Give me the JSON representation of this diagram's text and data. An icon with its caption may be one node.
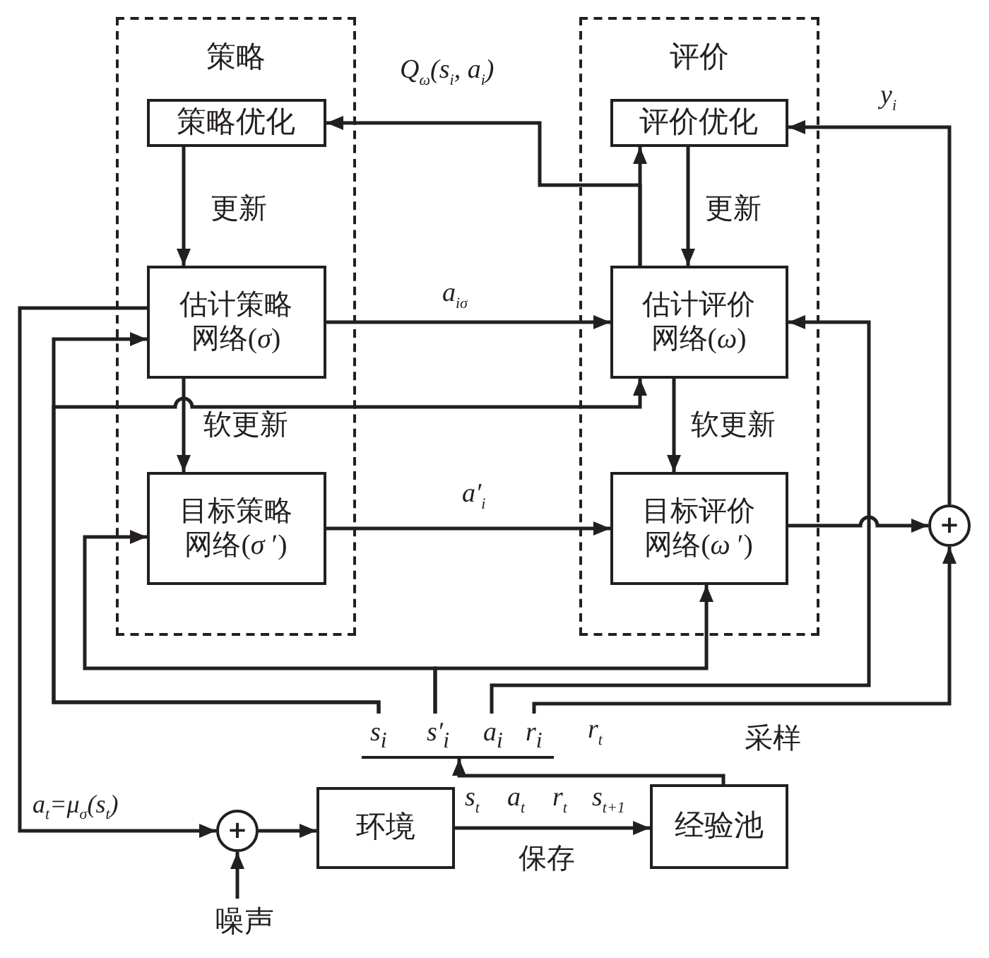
{
  "diagram": {
    "nodes": [
      {
        "text": [
          "策略"
        ]
      },
      {
        "text": [
          "策略优化"
        ],
        "in": 0
      },
      {
        "text": [
          "估计策略网络(*σ*)"
        ],
        "in": 0
      },
      {
        "text": [
          "目标策略网络(*σ* ′)"
        ],
        "in": 0
      },
      {
        "text": [
          "评价"
        ]
      },
      {
        "text": [
          "评价优化"
        ],
        "in": 4
      },
      {
        "text": [
          "估计评价网络(*ω*)"
        ],
        "in": 4
      },
      {
        "text": [
          "目标评价网络(*ω* ′)"
        ],
        "in": 4
      },
      {
        "text": [
          "+"
        ]
      },
      {
        "text": [
          "+"
        ]
      },
      {
        "text": [
          "环境"
        ]
      },
      {
        "text": [
          "经验池"
        ]
      },
      {
        "text": [
          "噪声"
        ]
      },
      {
        "text": [
          "*s*$_{i}$",
          "*s*′$_{i}$",
          "*a*$_{i}$",
          "*r*$_{i}$"
        ]
      }
    ],
    "edges": [
      {
        "from": 1,
        "to": 2,
        "arrow": "to",
        "label": "更新"
      },
      {
        "from": 5,
        "to": 6,
        "arrow": "to",
        "label": "更新"
      },
      {
        "from": 6,
        "to": 5,
        "arrow": "to"
      },
      {
        "from": 6,
        "to": 1,
        "arrow": "to",
        "label": "*Q*$_{ω}$(*s*$_{i}$, *a*$_{i}$)"
      },
      {
        "from": 2,
        "to": 6,
        "arrow": "to",
        "label": "*a*$_{iσ}$"
      },
      {
        "from": 2,
        "to": 3,
        "arrow": "to",
        "label": "软更新"
      },
      {
        "from": 6,
        "to": 7,
        "arrow": "to",
        "label": "软更新"
      },
      {
        "from": 3,
        "to": 7,
        "arrow": "to",
        "label": "*a*′$_{i}$"
      },
      {
        "from": 7,
        "to": 8,
        "arrow": "to"
      },
      {
        "from": 8,
        "to": 5,
        "arrow": "to",
        "label": "*y*$_{i}$"
      },
      {
        "from": 2,
        "to": 9,
        "arrow": "to",
        "label": "*a*$_{t}$=*μ*$_{σ}$(*s*$_{t}$)"
      },
      {
        "from": 12,
        "to": 9,
        "arrow": "to"
      },
      {
        "from": 9,
        "to": 10,
        "arrow": "to"
      },
      {
        "from": 10,
        "to": 11,
        "arrow": "to",
        "label": "保存"
      },
      {
        "from": 11,
        "to": 13,
        "arrow": "to",
        "label": "采样"
      },
      {
        "from": 13,
        "to": 2,
        "arrow": "to"
      },
      {
        "from": 13,
        "to": 6,
        "arrow": "to"
      },
      {
        "from": 13,
        "to": 3,
        "arrow": "to"
      },
      {
        "from": 13,
        "to": 7,
        "arrow": "to"
      },
      {
        "from": 13,
        "to": 6,
        "arrow": "to"
      },
      {
        "from": 13,
        "to": 8,
        "arrow": "to"
      }
    ],
    "labels": [
      "*r*$_{t}$",
      "*s*$_{t}$",
      "*a*$_{t}$",
      "*r*$_{t}$",
      "*s*$_{t+1}$"
    ]
  }
}
